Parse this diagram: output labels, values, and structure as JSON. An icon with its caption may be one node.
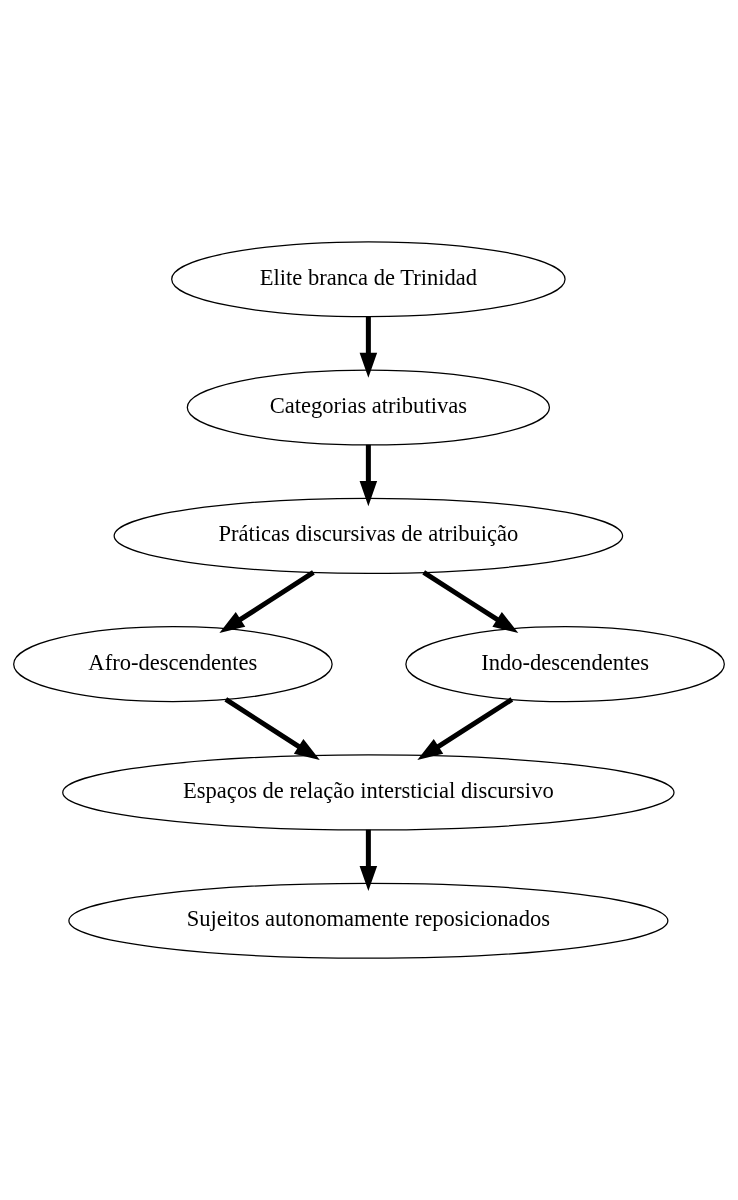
{
  "diagram": {
    "nodes": [
      {
        "text": [
          "Elite branca de Trinidad"
        ]
      },
      {
        "text": [
          "Categorias atributivas"
        ]
      },
      {
        "text": [
          "Práticas discursivas de atribuição"
        ]
      },
      {
        "text": [
          "Afro-descendentes"
        ]
      },
      {
        "text": [
          "Indo-descendentes"
        ]
      },
      {
        "text": [
          "Espaços de relação intersticial discursivo"
        ]
      },
      {
        "text": [
          "Sujeitos autonomamente reposicionados"
        ]
      }
    ],
    "edges": [
      {
        "from": 0,
        "to": 1,
        "arrow": "to"
      },
      {
        "from": 1,
        "to": 2,
        "arrow": "to"
      },
      {
        "from": 2,
        "to": 3,
        "arrow": "to"
      },
      {
        "from": 2,
        "to": 4,
        "arrow": "to"
      },
      {
        "from": 3,
        "to": 5,
        "arrow": "to"
      },
      {
        "from": 4,
        "to": 5,
        "arrow": "to"
      },
      {
        "from": 5,
        "to": 6,
        "arrow": "to"
      }
    ]
  }
}
